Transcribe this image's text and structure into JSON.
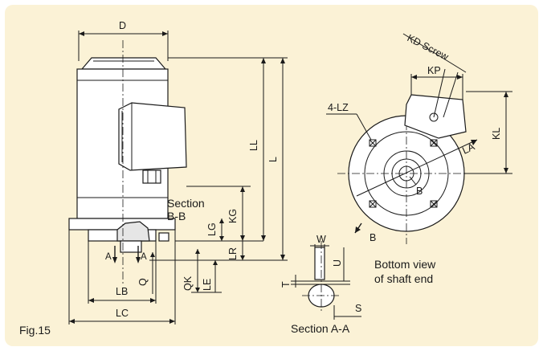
{
  "figure_label": "Fig.15",
  "side_view": {
    "dim_D": "D",
    "dim_LL": "LL",
    "dim_L": "L",
    "dim_KG": "KG",
    "dim_LG": "LG",
    "dim_LR": "LR",
    "dim_QK": "QK",
    "dim_LE": "LE",
    "dim_Q": "Q",
    "dim_LB": "LB",
    "dim_LC": "LC",
    "section_line": "Section",
    "section_name": "B-B",
    "arrow_label_left": "A",
    "arrow_label_right": "A"
  },
  "section_aa": {
    "dim_W": "W",
    "dim_U": "U",
    "dim_T": "T",
    "dim_S": "S",
    "caption": "Section A-A"
  },
  "bottom_view": {
    "dim_KD": "KD Screw",
    "dim_KP": "KP",
    "dim_KL": "KL",
    "dim_LA": "LA",
    "dim_LZ": "4-LZ",
    "section_mark_center": "B",
    "section_mark_lower": "B",
    "caption_line1": "Bottom view",
    "caption_line2": "of shaft end"
  }
}
